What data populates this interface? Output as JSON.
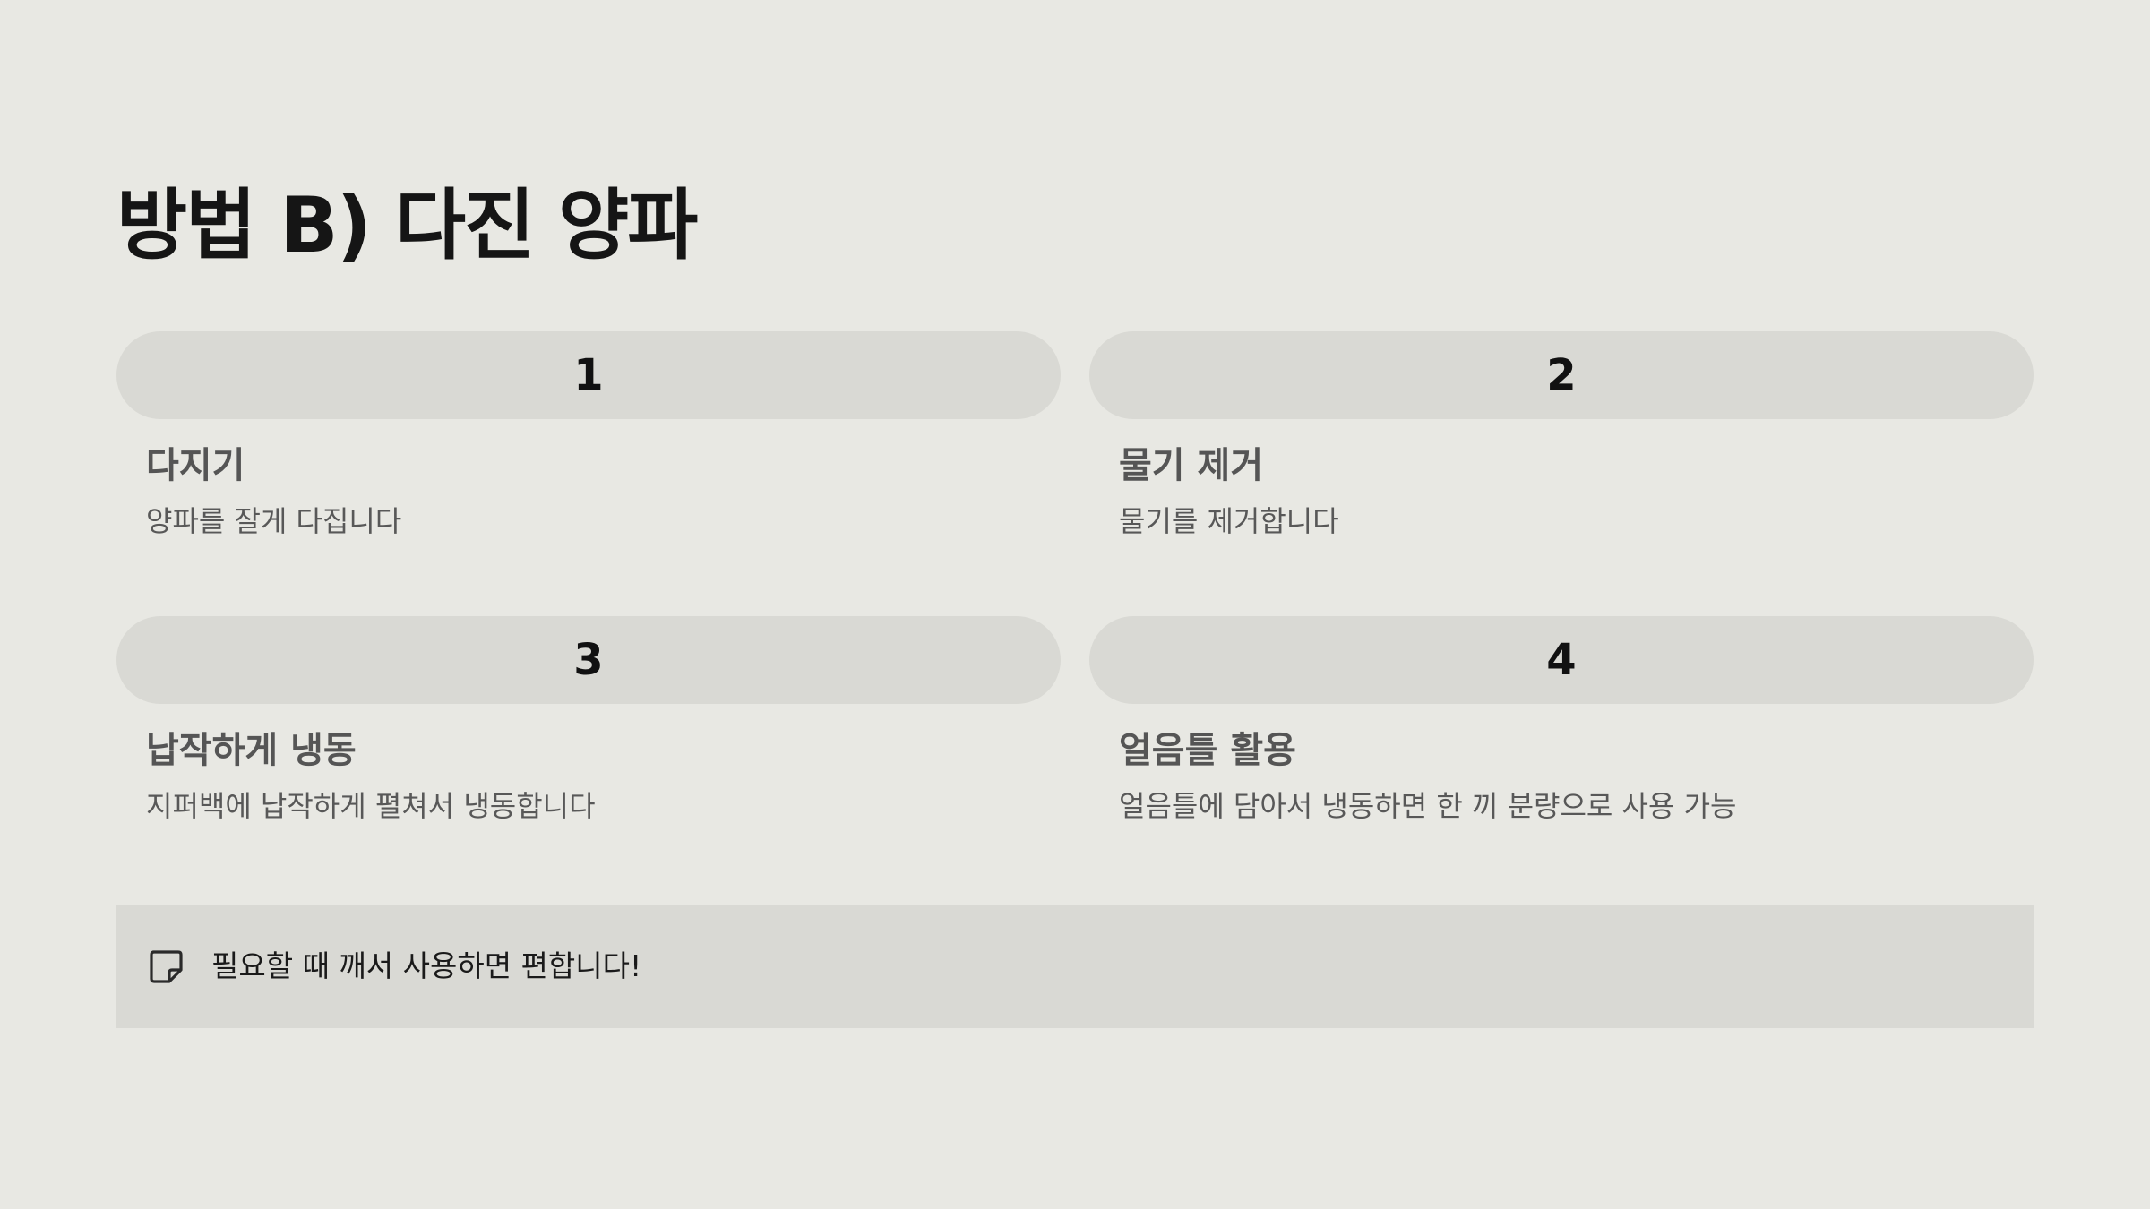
{
  "title": "방법 B) 다진 양파",
  "steps": [
    {
      "number": "1",
      "title": "다지기",
      "description": "양파를 잘게 다집니다"
    },
    {
      "number": "2",
      "title": "물기 제거",
      "description": "물기를 제거합니다"
    },
    {
      "number": "3",
      "title": "납작하게 냉동",
      "description": "지퍼백에 납작하게 펼쳐서 냉동합니다"
    },
    {
      "number": "4",
      "title": "얼음틀 활용",
      "description": "얼음틀에 담아서 냉동하면 한 끼 분량으로 사용 가능"
    }
  ],
  "note": {
    "icon": "sticky-note-icon",
    "text": "필요할 때 깨서 사용하면 편합니다!"
  },
  "colors": {
    "background": "#e8e8e3",
    "panel": "#d9d9d4",
    "title_text": "#151515",
    "body_text": "#585858"
  }
}
